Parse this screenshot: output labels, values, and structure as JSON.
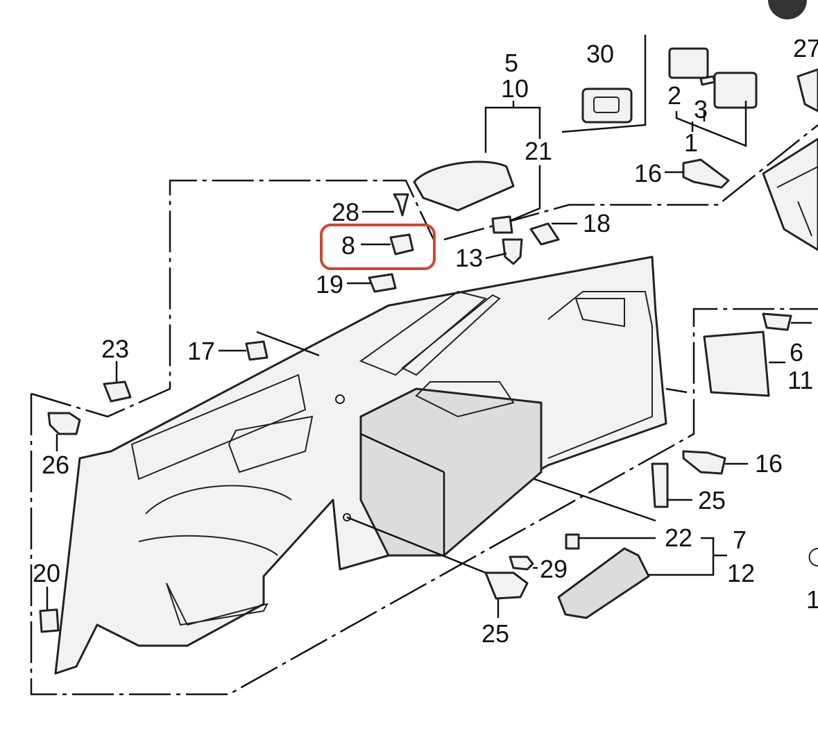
{
  "diagram": {
    "callouts": {
      "c1": "1",
      "c2": "2",
      "c3": "3",
      "c5": "5",
      "c6": "6",
      "c7": "7",
      "c8": "8",
      "c10": "10",
      "c11": "11",
      "c12": "12",
      "c13": "13",
      "c16a": "16",
      "c16b": "16",
      "c17": "17",
      "c18": "18",
      "c19": "19",
      "c20": "20",
      "c21": "21",
      "c22": "22",
      "c23": "23",
      "c25a": "25",
      "c25b": "25",
      "c26": "26",
      "c27": "27",
      "c28": "28",
      "c29": "29",
      "c30": "30",
      "c1cut": "1"
    },
    "highlight": {
      "color": "#d2452f",
      "target": "8"
    }
  }
}
